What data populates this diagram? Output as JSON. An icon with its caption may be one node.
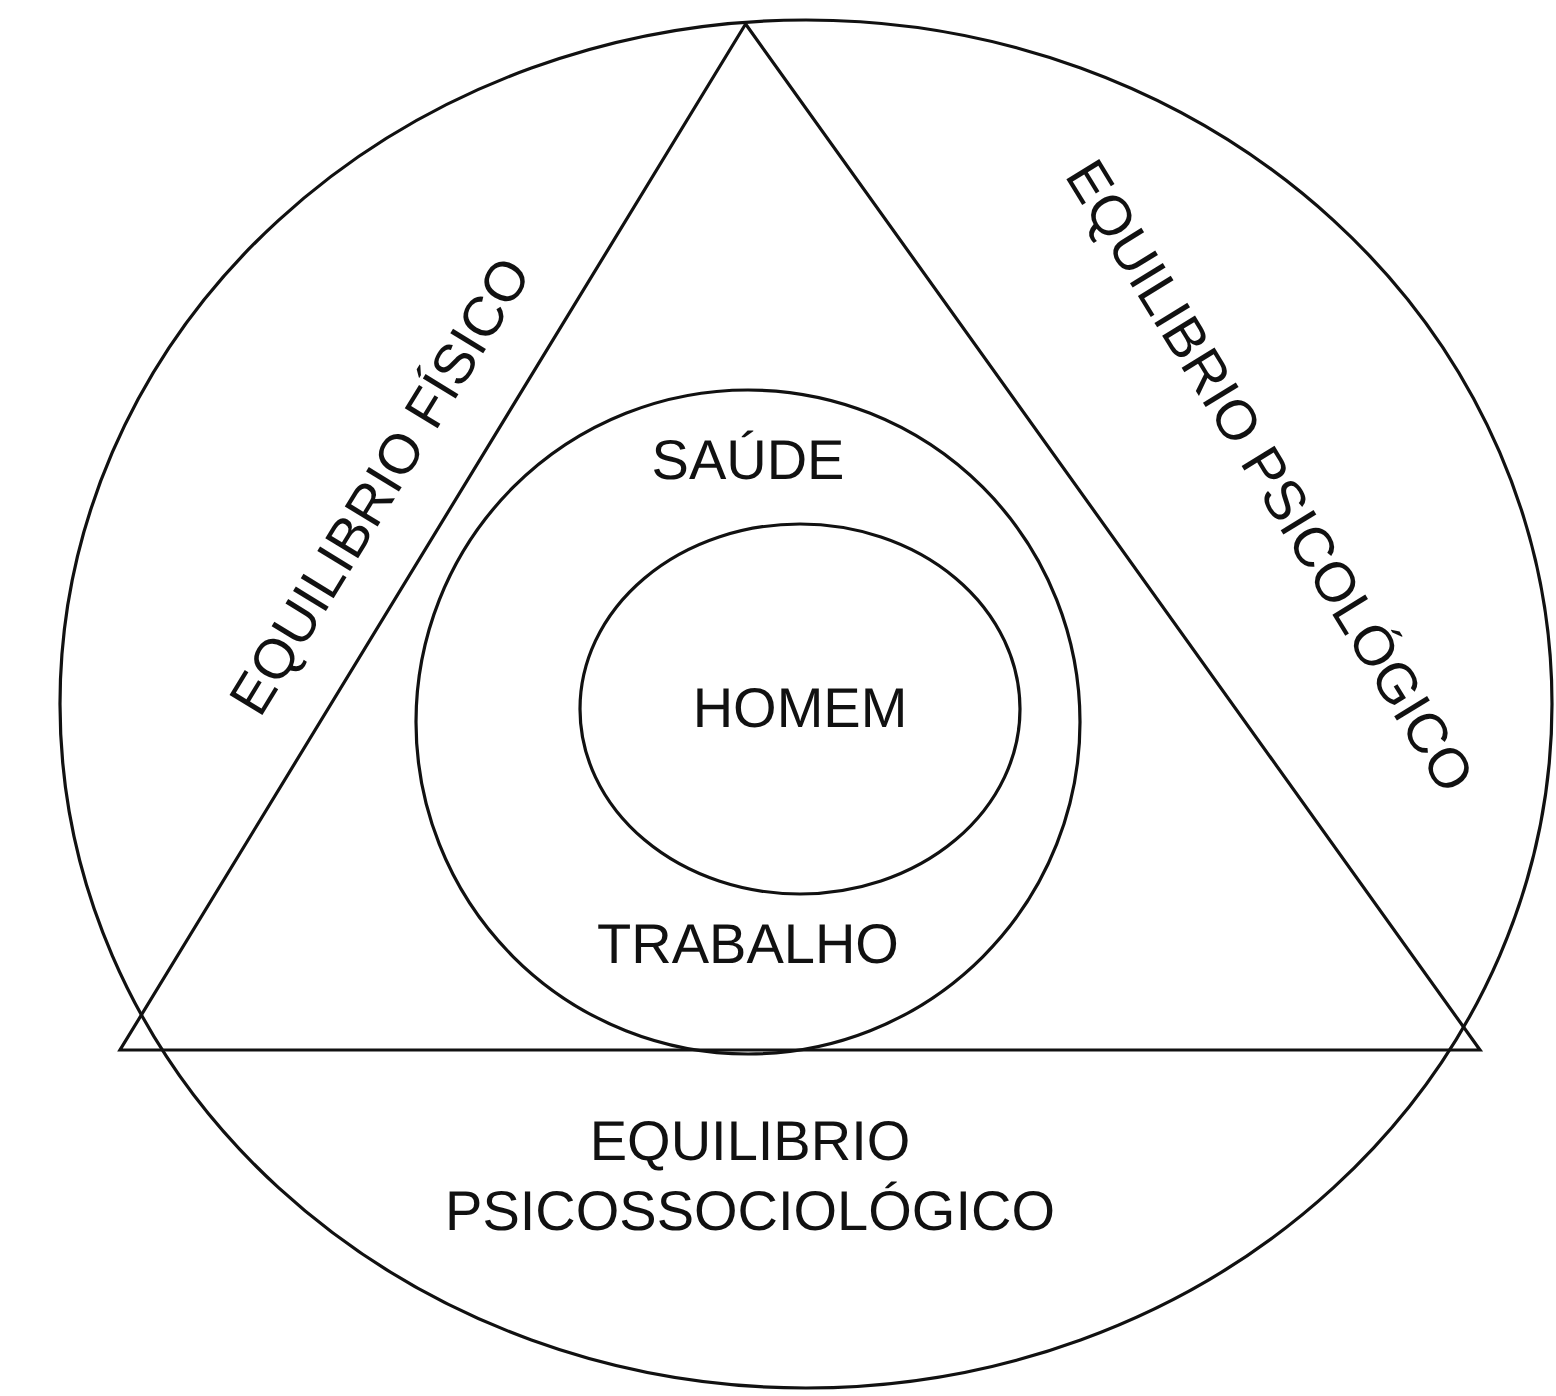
{
  "diagram": {
    "nodes": [
      {
        "text": [
          "EQUILIBRIO FÍSICO",
          "EQUILIBRIO PSICOLÓGICO",
          "EQUILIBRIO PSICOSSOCIOLÓGICO"
        ]
      },
      {
        "text": [],
        "shape": "triangle",
        "in": 0
      },
      {
        "text": [
          "SAÚDE",
          "TRABALHO"
        ],
        "in": 1
      },
      {
        "text": [
          "HOMEM"
        ],
        "in": 2
      }
    ],
    "edges": []
  }
}
